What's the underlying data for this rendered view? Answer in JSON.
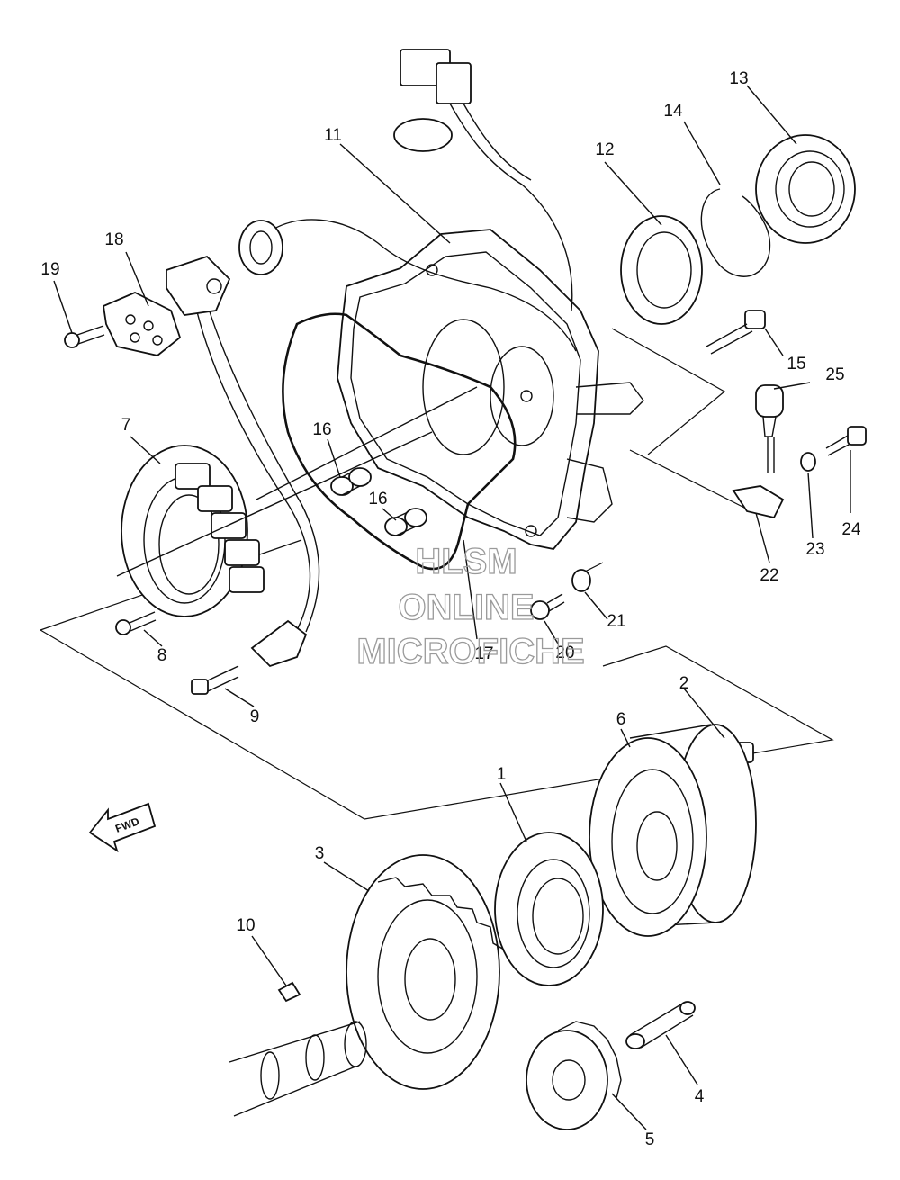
{
  "diagram": {
    "callouts": [
      {
        "id": "c1",
        "text": "1"
      },
      {
        "id": "c2",
        "text": "2"
      },
      {
        "id": "c3",
        "text": "3"
      },
      {
        "id": "c4",
        "text": "4"
      },
      {
        "id": "c5",
        "text": "5"
      },
      {
        "id": "c6",
        "text": "6"
      },
      {
        "id": "c7",
        "text": "7"
      },
      {
        "id": "c8",
        "text": "8"
      },
      {
        "id": "c9",
        "text": "9"
      },
      {
        "id": "c10",
        "text": "10"
      },
      {
        "id": "c11",
        "text": "11"
      },
      {
        "id": "c12",
        "text": "12"
      },
      {
        "id": "c13",
        "text": "13"
      },
      {
        "id": "c14",
        "text": "14"
      },
      {
        "id": "c15",
        "text": "15"
      },
      {
        "id": "c16a",
        "text": "16"
      },
      {
        "id": "c16b",
        "text": "16"
      },
      {
        "id": "c17",
        "text": "17"
      },
      {
        "id": "c18",
        "text": "18"
      },
      {
        "id": "c19",
        "text": "19"
      },
      {
        "id": "c20",
        "text": "20"
      },
      {
        "id": "c21",
        "text": "21"
      },
      {
        "id": "c22",
        "text": "22"
      },
      {
        "id": "c23",
        "text": "23"
      },
      {
        "id": "c24",
        "text": "24"
      },
      {
        "id": "c25",
        "text": "25"
      }
    ],
    "watermark": {
      "line1": "HLSM",
      "line2": "ONLINE",
      "line3": "MICROFICHE"
    },
    "direction_arrow": "FWD"
  }
}
